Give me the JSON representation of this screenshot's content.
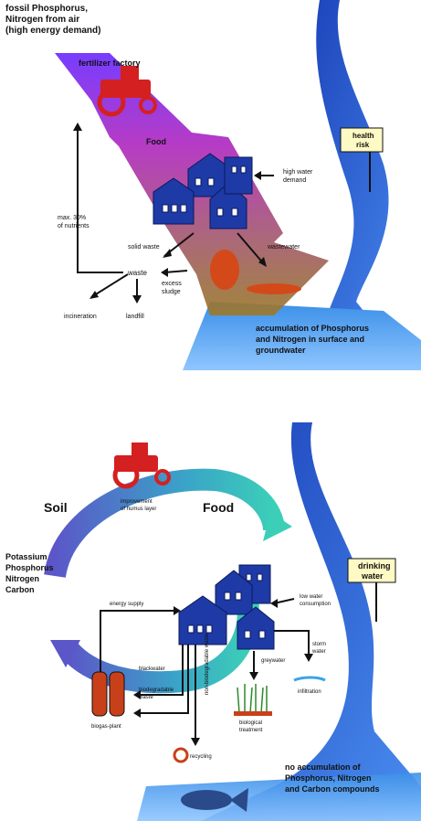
{
  "top_panel": {
    "title_lines": [
      "fossil Phosphorus,",
      "Nitrogen from air",
      "(high energy demand)"
    ],
    "fertilizer_factory": "fertilizer factory",
    "food": "Food",
    "high_water_demand": [
      "high water",
      "demand"
    ],
    "max_nutrients": [
      "max. 30%",
      "of nutrients"
    ],
    "solid_waste": "solid waste",
    "wastewater": "wastewater",
    "waste": "waste",
    "excess_sludge": [
      "excess",
      "sludge"
    ],
    "incineration": "incineration",
    "landfill": "landfill",
    "health_risk": [
      "health",
      "risk"
    ],
    "accumulation": [
      "accumulation of Phosphorus",
      "and Nitrogen in surface and",
      "groundwater"
    ]
  },
  "bottom_panel": {
    "soil": "Soil",
    "food": "Food",
    "improvement": [
      "improvement",
      "of humus layer"
    ],
    "nutrients": [
      "Potassium",
      "Phosphorus",
      "Nitrogen",
      "Carbon"
    ],
    "energy_supply": "energy supply",
    "low_water": [
      "low water",
      "consumption"
    ],
    "blackwater": "blackwater",
    "biodegradable": [
      "biodegradable",
      "waste"
    ],
    "non_biodegradable": "non-biodegradable waste",
    "greywater": "greywater",
    "storm_water": [
      "storm",
      "water"
    ],
    "infiltration": "infiltration",
    "biological_treatment": [
      "biological",
      "treatment"
    ],
    "biogas_plant": "biogas-plant",
    "recycling": "recycling",
    "drinking_water": [
      "drinking",
      "water"
    ],
    "no_accumulation": [
      "no accumulation of",
      "Phosphorus, Nitrogen",
      "and Carbon compounds"
    ]
  },
  "colors": {
    "river": "#1f4fc9",
    "house": "#1e3aa6",
    "tractor": "#d42020",
    "biogas": "#c8401a",
    "label_box": "#fff9c4"
  }
}
